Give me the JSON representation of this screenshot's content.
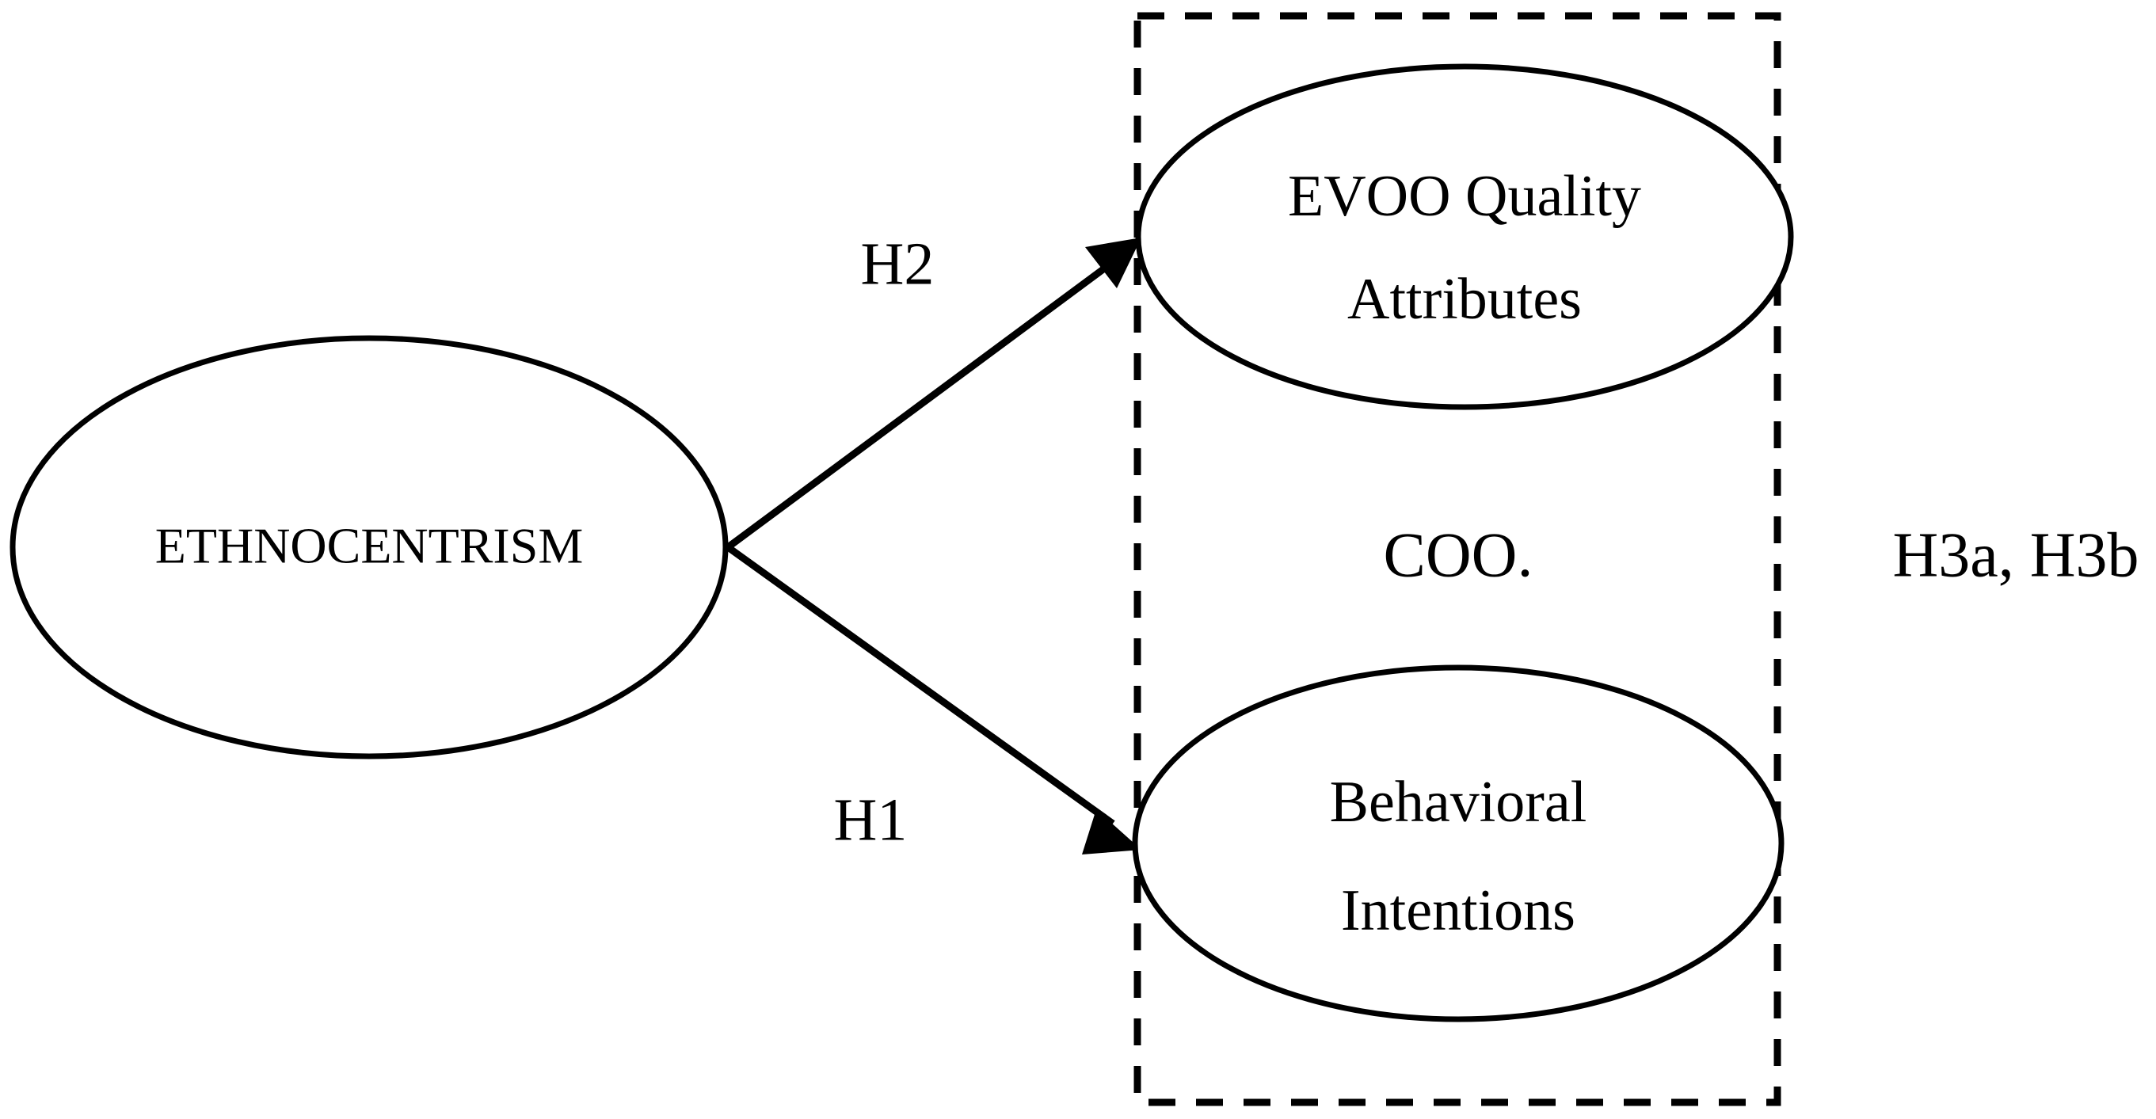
{
  "diagram": {
    "type": "conceptual-model",
    "title": "",
    "background_color": "#ffffff",
    "stroke_color": "#000000",
    "nodes": [
      {
        "id": "ethnocentrism",
        "label": "ETHNOCENTRISM",
        "shape": "ellipse",
        "lines": [
          "ETHNOCENTRISM"
        ]
      },
      {
        "id": "evoo-quality-attributes",
        "label": "EVOO Quality Attributes",
        "shape": "ellipse",
        "lines": [
          "EVOO Quality",
          "Attributes"
        ]
      },
      {
        "id": "behavioral-intentions",
        "label": "Behavioral Intentions",
        "shape": "ellipse",
        "lines": [
          "Behavioral",
          "Intentions"
        ]
      }
    ],
    "moderator": {
      "id": "coo-moderator",
      "label": "COO.",
      "shape": "dashed-rectangle",
      "hypotheses_label": "H3a, H3b"
    },
    "edges": [
      {
        "id": "h2-edge",
        "label": "H2",
        "from": "ethnocentrism",
        "to": "evoo-quality-attributes",
        "style": "solid-arrow"
      },
      {
        "id": "h1-edge",
        "label": "H1",
        "from": "ethnocentrism",
        "to": "behavioral-intentions",
        "style": "solid-arrow"
      }
    ]
  }
}
